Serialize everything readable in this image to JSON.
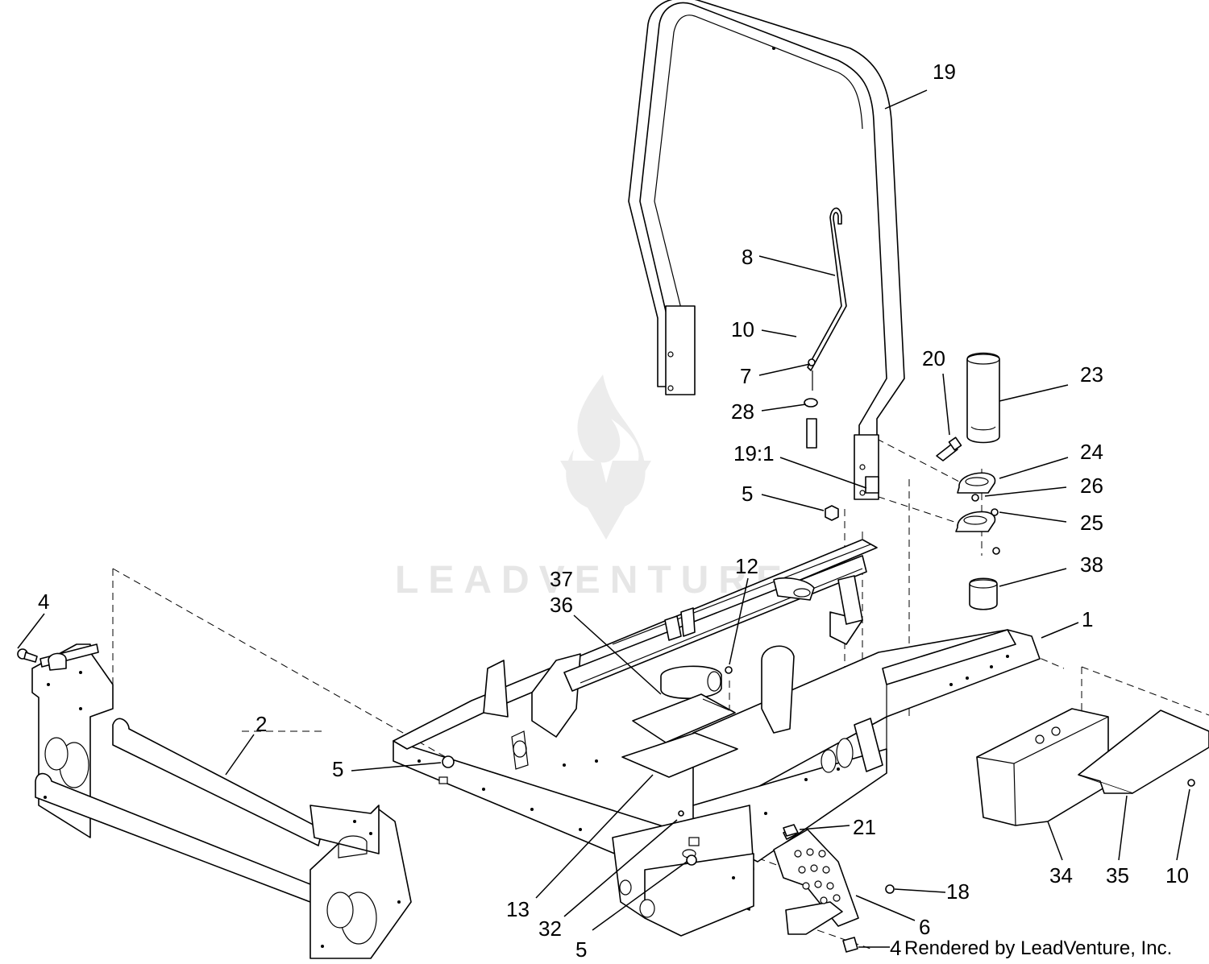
{
  "watermark": {
    "text": "LEADVENTURE"
  },
  "credit": "Rendered by LeadVenture, Inc.",
  "callouts": {
    "c19": "19",
    "c8": "8",
    "c10a": "10",
    "c7": "7",
    "c28": "28",
    "c20": "20",
    "c23": "23",
    "c24": "24",
    "c26": "26",
    "c25": "25",
    "c191": "19:1",
    "c5a": "5",
    "c38": "38",
    "c12": "12",
    "c37": "37",
    "c36": "36",
    "c4a": "4",
    "c1": "1",
    "c2": "2",
    "c5b": "5",
    "c21": "21",
    "c18": "18",
    "c6": "6",
    "c13": "13",
    "c32": "32",
    "c5c": "5",
    "c4b": "4",
    "c34": "34",
    "c35": "35",
    "c10b": "10"
  }
}
